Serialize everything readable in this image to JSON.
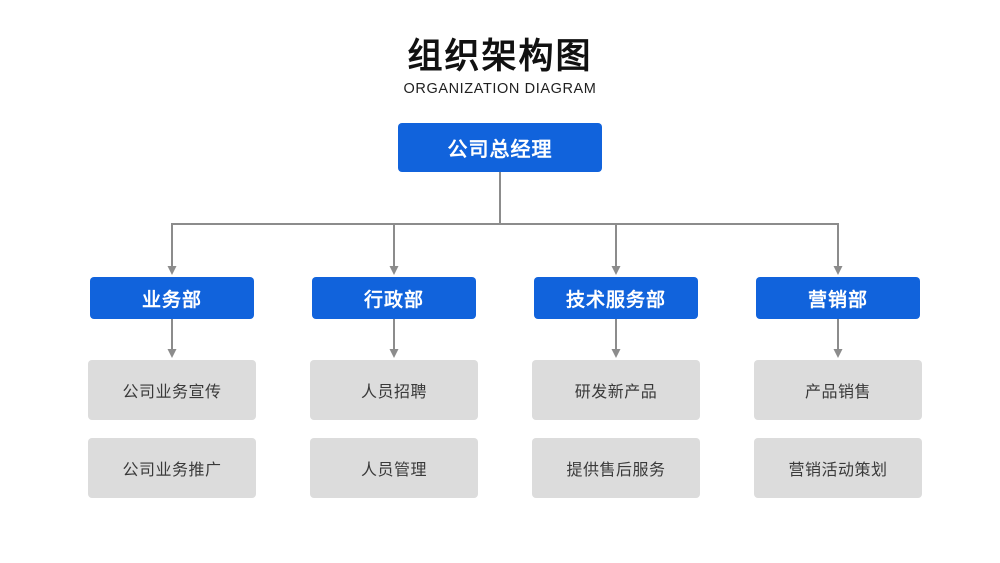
{
  "title": "组织架构图",
  "subtitle": "ORGANIZATION DIAGRAM",
  "root": {
    "label": "公司总经理"
  },
  "departments": [
    {
      "name": "业务部",
      "items": [
        "公司业务宣传",
        "公司业务推广"
      ]
    },
    {
      "name": "行政部",
      "items": [
        "人员招聘",
        "人员管理"
      ]
    },
    {
      "name": "技术服务部",
      "items": [
        "研发新产品",
        "提供售后服务"
      ]
    },
    {
      "name": "营销部",
      "items": [
        "产品销售",
        "营销活动策划"
      ]
    }
  ],
  "colors": {
    "node_blue": "#1163DC",
    "node_gray": "#DCDCDC",
    "connector_gray": "#8C8C8C"
  }
}
